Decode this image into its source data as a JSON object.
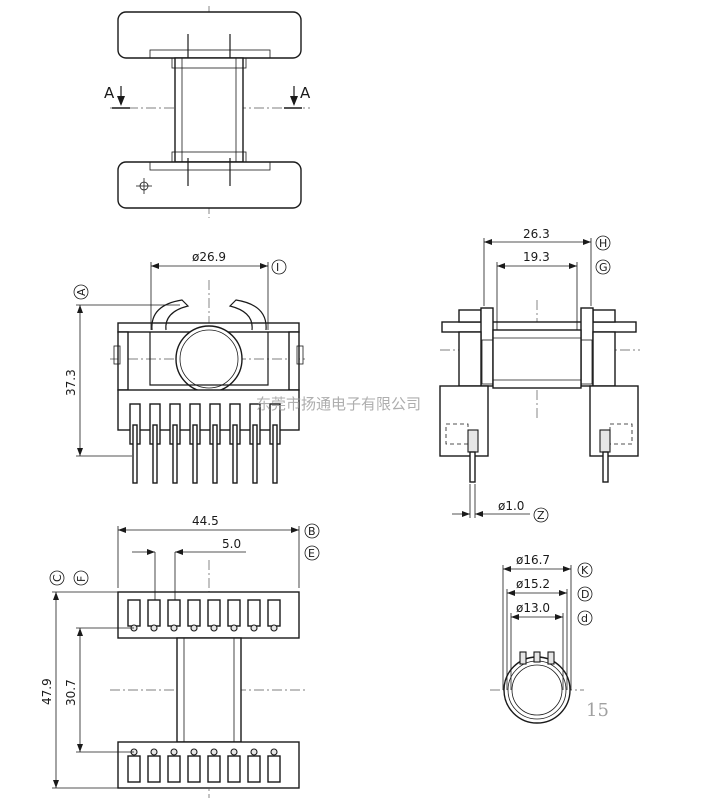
{
  "section_marks": {
    "left": "A",
    "right": "A"
  },
  "dimensions": {
    "diameter_i": "ø26.9",
    "height_a": "37.3",
    "width_h": "26.3",
    "width_g": "19.3",
    "pin_z": "ø1.0",
    "width_b": "44.5",
    "pitch_e": "5.0",
    "length_c": "47.9",
    "length_f": "30.7",
    "diameter_k": "ø16.7",
    "diameter_d_upper": "ø15.2",
    "diameter_d_lower": "ø13.0"
  },
  "labels": {
    "I": "I",
    "A": "A",
    "H": "H",
    "G": "G",
    "Z": "Z",
    "B": "B",
    "E": "E",
    "C": "C",
    "F": "F",
    "K": "K",
    "D": "D",
    "d": "d"
  },
  "watermark": "东莞市扬通电子有限公司",
  "page_number": "15"
}
